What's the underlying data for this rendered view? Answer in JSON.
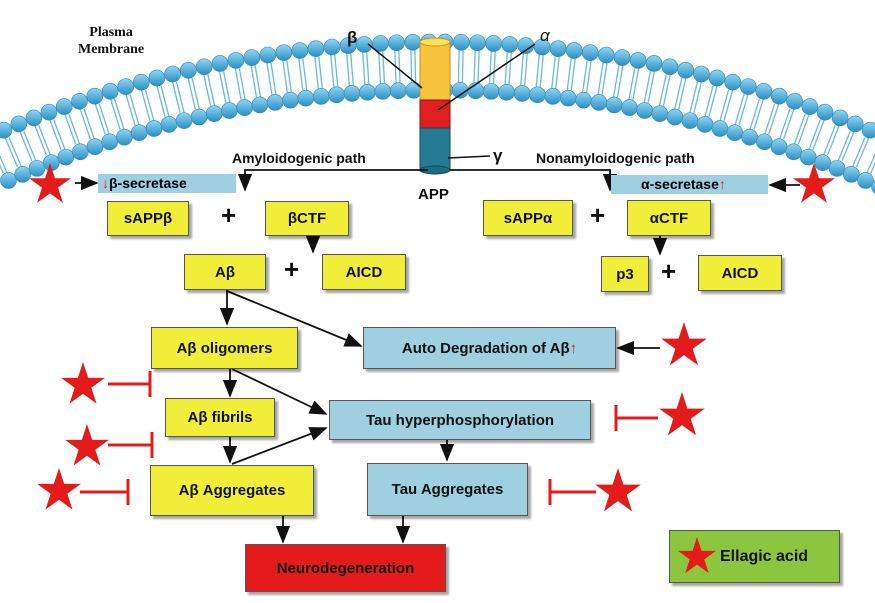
{
  "membrane": {
    "label_line1": "Plasma",
    "label_line2": "Membrane"
  },
  "app": {
    "beta": "β",
    "alpha": "α",
    "gamma": "γ",
    "label": "APP"
  },
  "paths": {
    "amyloidogenic": "Amyloidogenic path",
    "nonamyloidogenic": "Nonamyloidogenic path"
  },
  "secretases": {
    "beta_arrow": "↓",
    "beta": "β-secretase",
    "alpha": "α-secretase",
    "alpha_arrow": "↑"
  },
  "amyloid": {
    "sappb": "sAPPβ",
    "bctf": "βCTF",
    "ab": "Aβ",
    "aicd": "AICD",
    "oligomers": "Aβ oligomers",
    "fibrils": "Aβ fibrils",
    "aggregates": "Aβ Aggregates"
  },
  "nonamyloid": {
    "sappa": "sAPPα",
    "actf": "αCTF",
    "p3": "p3",
    "aicd": "AICD"
  },
  "plus": "+",
  "auto_degradation": {
    "text": "Auto Degradation of Aβ",
    "arrow": "↑"
  },
  "tau": {
    "hyper": "Tau hyperphosphorylation",
    "aggregates": "Tau Aggregates"
  },
  "outcome": "Neurodegeneration",
  "legend": {
    "label": "Ellagic acid"
  },
  "colors": {
    "star": "#e31b1b",
    "box_yellow": "#f1ee3a",
    "box_blue": "#9fd0e2",
    "box_red": "#e31b1b",
    "legend_green": "#8cc63f"
  }
}
